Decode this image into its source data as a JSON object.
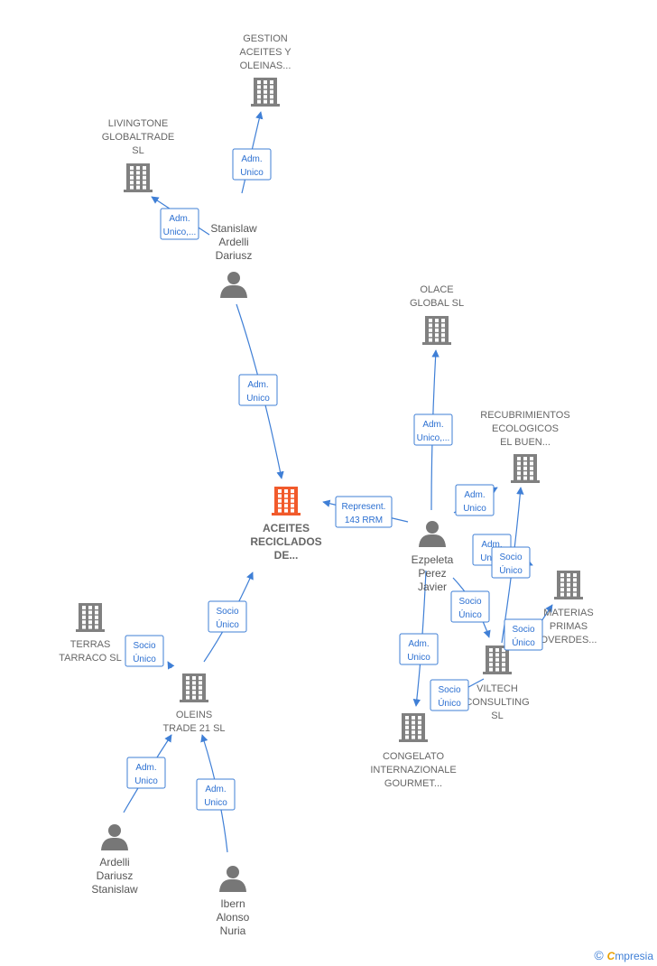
{
  "colors": {
    "company": "#808080",
    "main": "#f15a2b",
    "edge": "#3f7fd6",
    "person": "#777777"
  },
  "nodes": [
    {
      "id": "gestion",
      "type": "company",
      "lines": [
        "GESTION",
        "ACEITES Y",
        "OLEINAS..."
      ]
    },
    {
      "id": "livingtone",
      "type": "company",
      "lines": [
        "LIVINGTONE",
        "GLOBALTRADE",
        "SL"
      ]
    },
    {
      "id": "stanislaw",
      "type": "person",
      "lines": [
        "Stanislaw",
        "Ardelli",
        "Dariusz"
      ]
    },
    {
      "id": "olace",
      "type": "company",
      "lines": [
        "OLACE",
        "GLOBAL  SL"
      ]
    },
    {
      "id": "recubrimientos",
      "type": "company",
      "lines": [
        "RECUBRIMIENTOS",
        "ECOLOGICOS",
        "EL BUEN..."
      ]
    },
    {
      "id": "aceites",
      "type": "main",
      "lines": [
        "ACEITES",
        "RECICLADOS",
        "DE..."
      ]
    },
    {
      "id": "ezpeleta",
      "type": "person",
      "lines": [
        "Ezpeleta",
        "Perez",
        "Javier"
      ]
    },
    {
      "id": "materias",
      "type": "company",
      "lines": [
        "MATERIAS",
        "PRIMAS",
        "OVERDES..."
      ]
    },
    {
      "id": "terras",
      "type": "company",
      "lines": [
        "TERRAS",
        "TARRACO SL"
      ]
    },
    {
      "id": "oleins",
      "type": "company",
      "lines": [
        "OLEINS",
        "TRADE 21  SL"
      ]
    },
    {
      "id": "viltech",
      "type": "company",
      "lines": [
        "VILTECH",
        "CONSULTING",
        "SL"
      ]
    },
    {
      "id": "congelato",
      "type": "company",
      "lines": [
        "CONGELATO",
        "INTERNAZIONALE",
        "GOURMET..."
      ]
    },
    {
      "id": "ardelli",
      "type": "person",
      "lines": [
        "Ardelli",
        "Dariusz",
        "Stanislaw"
      ]
    },
    {
      "id": "ibern",
      "type": "person",
      "lines": [
        "Ibern",
        "Alonso",
        "Nuria"
      ]
    }
  ],
  "edges": [
    {
      "from": "stanislaw",
      "to": "gestion",
      "lines": [
        "Adm.",
        "Unico"
      ]
    },
    {
      "from": "stanislaw",
      "to": "livingtone",
      "lines": [
        "Adm.",
        "Unico,..."
      ]
    },
    {
      "from": "stanislaw",
      "to": "aceites",
      "lines": [
        "Adm.",
        "Unico"
      ]
    },
    {
      "from": "ezpeleta",
      "to": "olace",
      "lines": [
        "Adm.",
        "Unico,..."
      ]
    },
    {
      "from": "ezpeleta",
      "to": "aceites",
      "lines": [
        "Represent.",
        "143 RRM"
      ]
    },
    {
      "from": "ezpeleta",
      "to": "recubrimientos",
      "lines": [
        "Adm.",
        "Unico"
      ]
    },
    {
      "from": "ezpeleta",
      "to": "materias",
      "lines": [
        "Adm.",
        "Unico"
      ]
    },
    {
      "from": "viltech",
      "to": "materias",
      "lines": [
        "Socio",
        "Único"
      ]
    },
    {
      "from": "viltech",
      "to": "recubrimientos",
      "lines": [
        "Socio",
        "Único"
      ]
    },
    {
      "from": "ezpeleta",
      "to": "viltech",
      "lines": [
        "Socio",
        "Único"
      ]
    },
    {
      "from": "ezpeleta",
      "to": "congelato",
      "lines": [
        "Adm.",
        "Unico"
      ]
    },
    {
      "from": "viltech",
      "to": "congelato",
      "lines": [
        "Socio",
        "Único"
      ]
    },
    {
      "from": "oleins",
      "to": "aceites",
      "lines": [
        "Socio",
        "Único"
      ]
    },
    {
      "from": "oleins",
      "to": "terras",
      "lines": [
        "Socio",
        "Único"
      ]
    },
    {
      "from": "ardelli",
      "to": "oleins",
      "lines": [
        "Adm.",
        "Unico"
      ]
    },
    {
      "from": "ibern",
      "to": "oleins",
      "lines": [
        "Adm.",
        "Unico"
      ]
    }
  ],
  "footer": {
    "copyright": "©",
    "brand_initial": "C",
    "brand_rest": "mpresia"
  }
}
